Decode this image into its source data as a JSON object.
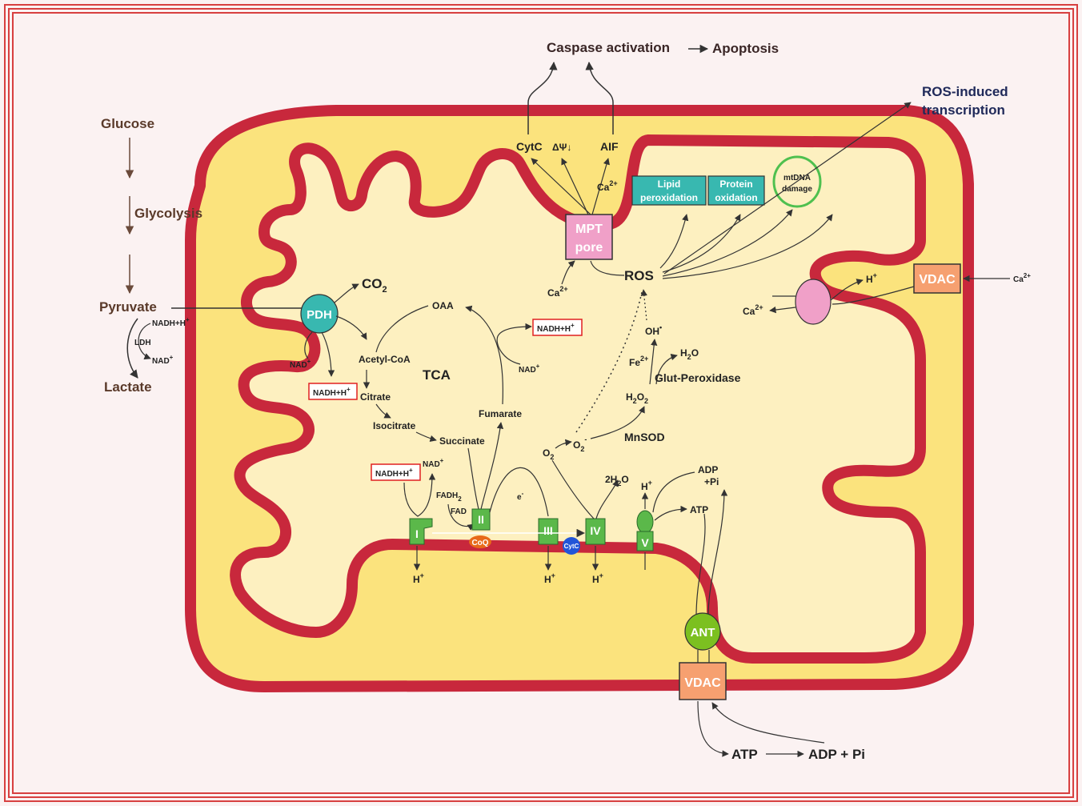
{
  "colors": {
    "membrane": "#c8283c",
    "matrix": "#fdf0c0",
    "intermembrane": "#fbe37d",
    "complex_green": "#5bb84a",
    "teal": "#38b8b0",
    "pink": "#f0a0c8",
    "vdac_orange": "#f6a070",
    "nadh_box": "#e02020"
  },
  "top": {
    "caspase": "Caspase activation",
    "apoptosis": "Apoptosis",
    "ros_transcription_1": "ROS-induced",
    "ros_transcription_2": "transcription"
  },
  "glycolysis": {
    "glucose": "Glucose",
    "glycolysis": "Glycolysis",
    "pyruvate": "Pyruvate",
    "nadh": "NADH+H",
    "ldh": "LDH",
    "nad": "NAD",
    "lactate": "Lactate"
  },
  "mpt": {
    "cytc": "CytC",
    "dpsi": "ΔΨ↓",
    "aif": "AIF",
    "ca": "Ca",
    "ca_sup": "2+",
    "pore1": "MPT",
    "pore2": "pore",
    "ca_in": "Ca",
    "ca_in_sup": "2+"
  },
  "damage": {
    "lipid1": "Lipid",
    "lipid2": "peroxidation",
    "protein1": "Protein",
    "protein2": "oxidation",
    "mtdna1": "mtDNA",
    "mtdna2": "damage"
  },
  "ros": {
    "ros": "ROS",
    "oh": "OH",
    "oh_sup": "•",
    "fe": "Fe",
    "fe_sup": "2+",
    "h2o": "H",
    "h2o_sub": "2",
    "h2o_o": "O",
    "glut": "Glut-Peroxidase",
    "h2o2": "H",
    "h2o2_sub1": "2",
    "h2o2_o": "O",
    "h2o2_sub2": "2",
    "mnsod": "MnSOD",
    "o2m": "O",
    "o2m_sub": "2",
    "o2m_sup": "-",
    "o2": "O",
    "o2_sub": "2"
  },
  "tca": {
    "pdh": "PDH",
    "co2": "CO",
    "co2_sub": "2",
    "nad": "NAD",
    "nadh": "NADH+H",
    "acetyl": "Acetyl-CoA",
    "oaa": "OAA",
    "tca": "TCA",
    "citrate": "Citrate",
    "isocitrate": "Isocitrate",
    "succinate": "Succinate",
    "fumarate": "Fumarate",
    "nadh2": "NADH+H",
    "nad2": "NAD"
  },
  "etc": {
    "nadh": "NADH+H",
    "nad": "NAD",
    "fadh": "FADH",
    "fadh_sub": "2",
    "fad": "FAD",
    "e": "e",
    "c1": "I",
    "c2": "II",
    "c3": "III",
    "c4": "IV",
    "c5": "V",
    "coq": "CoQ",
    "cytc": "CytC",
    "h": "H",
    "h2o": "2H",
    "h2o_sub": "2",
    "h2o_o": "O",
    "adp1": "ADP",
    "adp2": "+Pi",
    "atp": "ATP"
  },
  "right": {
    "h": "H",
    "ca": "Ca",
    "ca_sup": "2+",
    "vdac": "VDAC",
    "ca_out": "Ca"
  },
  "bottom": {
    "ant": "ANT",
    "vdac": "VDAC",
    "atp": "ATP",
    "adp": "ADP + Pi"
  }
}
